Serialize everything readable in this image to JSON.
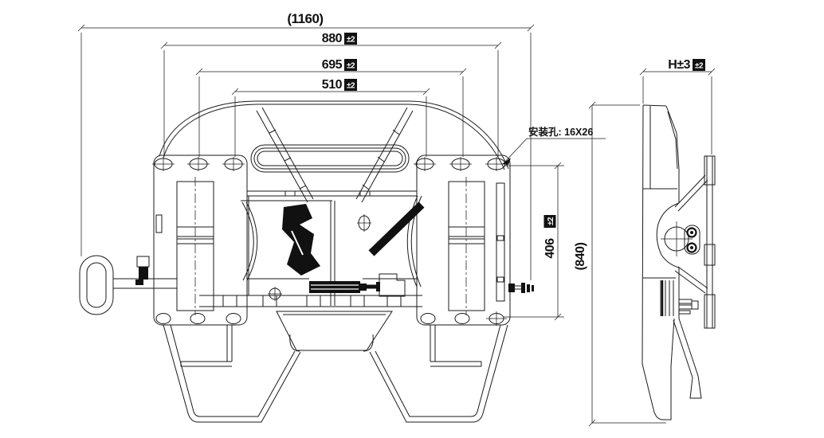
{
  "drawing": {
    "background": "#ffffff",
    "line_color": "#1a1a1a",
    "tolerance_badge": "±2",
    "dims": {
      "overall_width": "(1160)",
      "span_outer": "880",
      "span_middle": "695",
      "span_inner": "510",
      "mount_height": "H±3",
      "mount_hole_note": "安装孔: 16X26",
      "hole_row_spacing": "406",
      "overall_height": "(840)"
    }
  }
}
